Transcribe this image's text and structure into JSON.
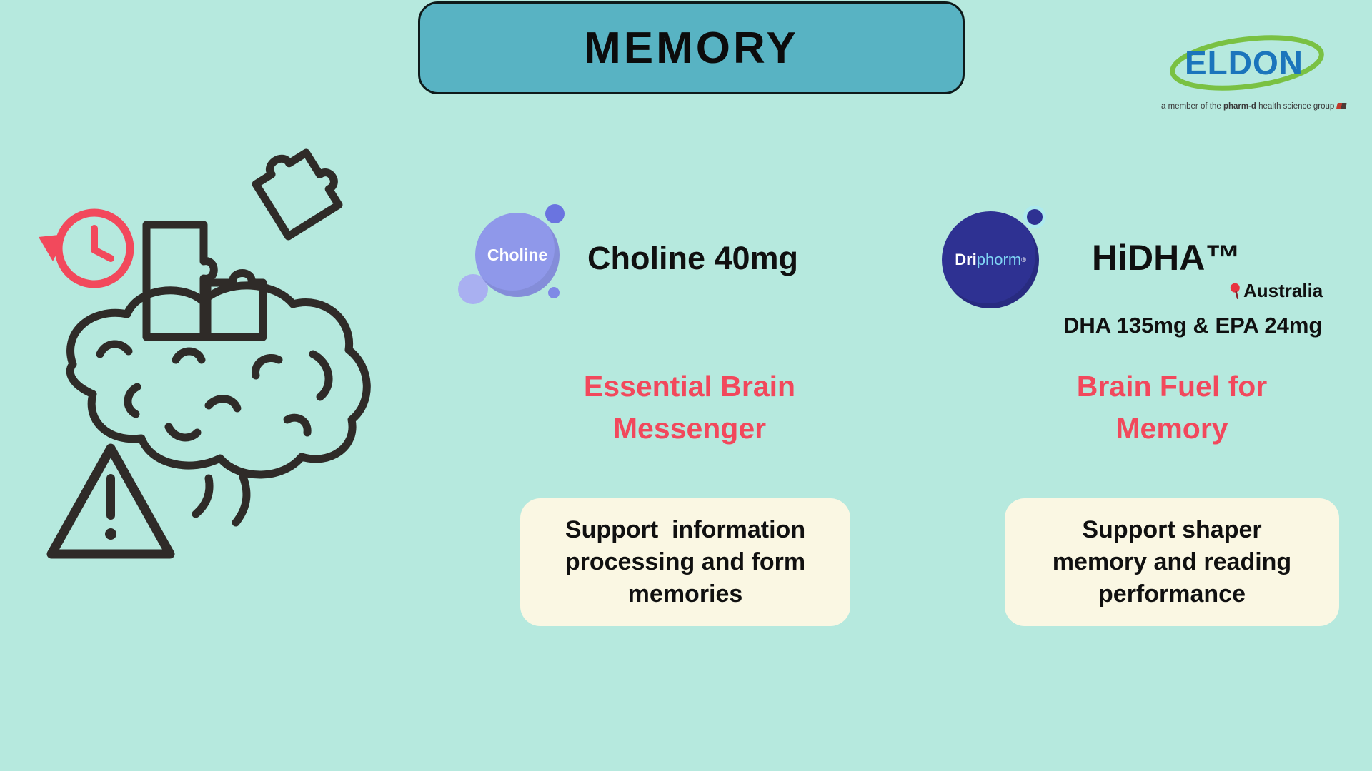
{
  "colors": {
    "background": "#b6e9de",
    "title_box": "#58b3c3",
    "accent_red": "#f2485c",
    "cream_box": "#faf7e3",
    "driphorm_navy": "#2e3192",
    "choline_periwinkle": "#8f98ea",
    "eldon_green": "#7ac143",
    "eldon_blue": "#1b75bc"
  },
  "header": {
    "title": "MEMORY"
  },
  "brand": {
    "name": "ELDON",
    "tagline_prefix": "a member of the ",
    "tagline_bold": "pharm-d",
    "tagline_suffix": " health science group"
  },
  "choline": {
    "bubble_label": "Choline",
    "heading": "Choline 40mg",
    "subheading": "Essential Brain\nMessenger",
    "body": "Support  information\nprocessing and form\nmemories"
  },
  "hidha": {
    "logo_bold": "Dri",
    "logo_rest": "phorm",
    "logo_reg": "®",
    "heading": "HiDHA™",
    "origin": "Australia",
    "dose": "DHA 135mg & EPA 24mg",
    "subheading": "Brain Fuel for\nMemory",
    "body": "Support shaper\nmemory and reading\nperformance"
  }
}
